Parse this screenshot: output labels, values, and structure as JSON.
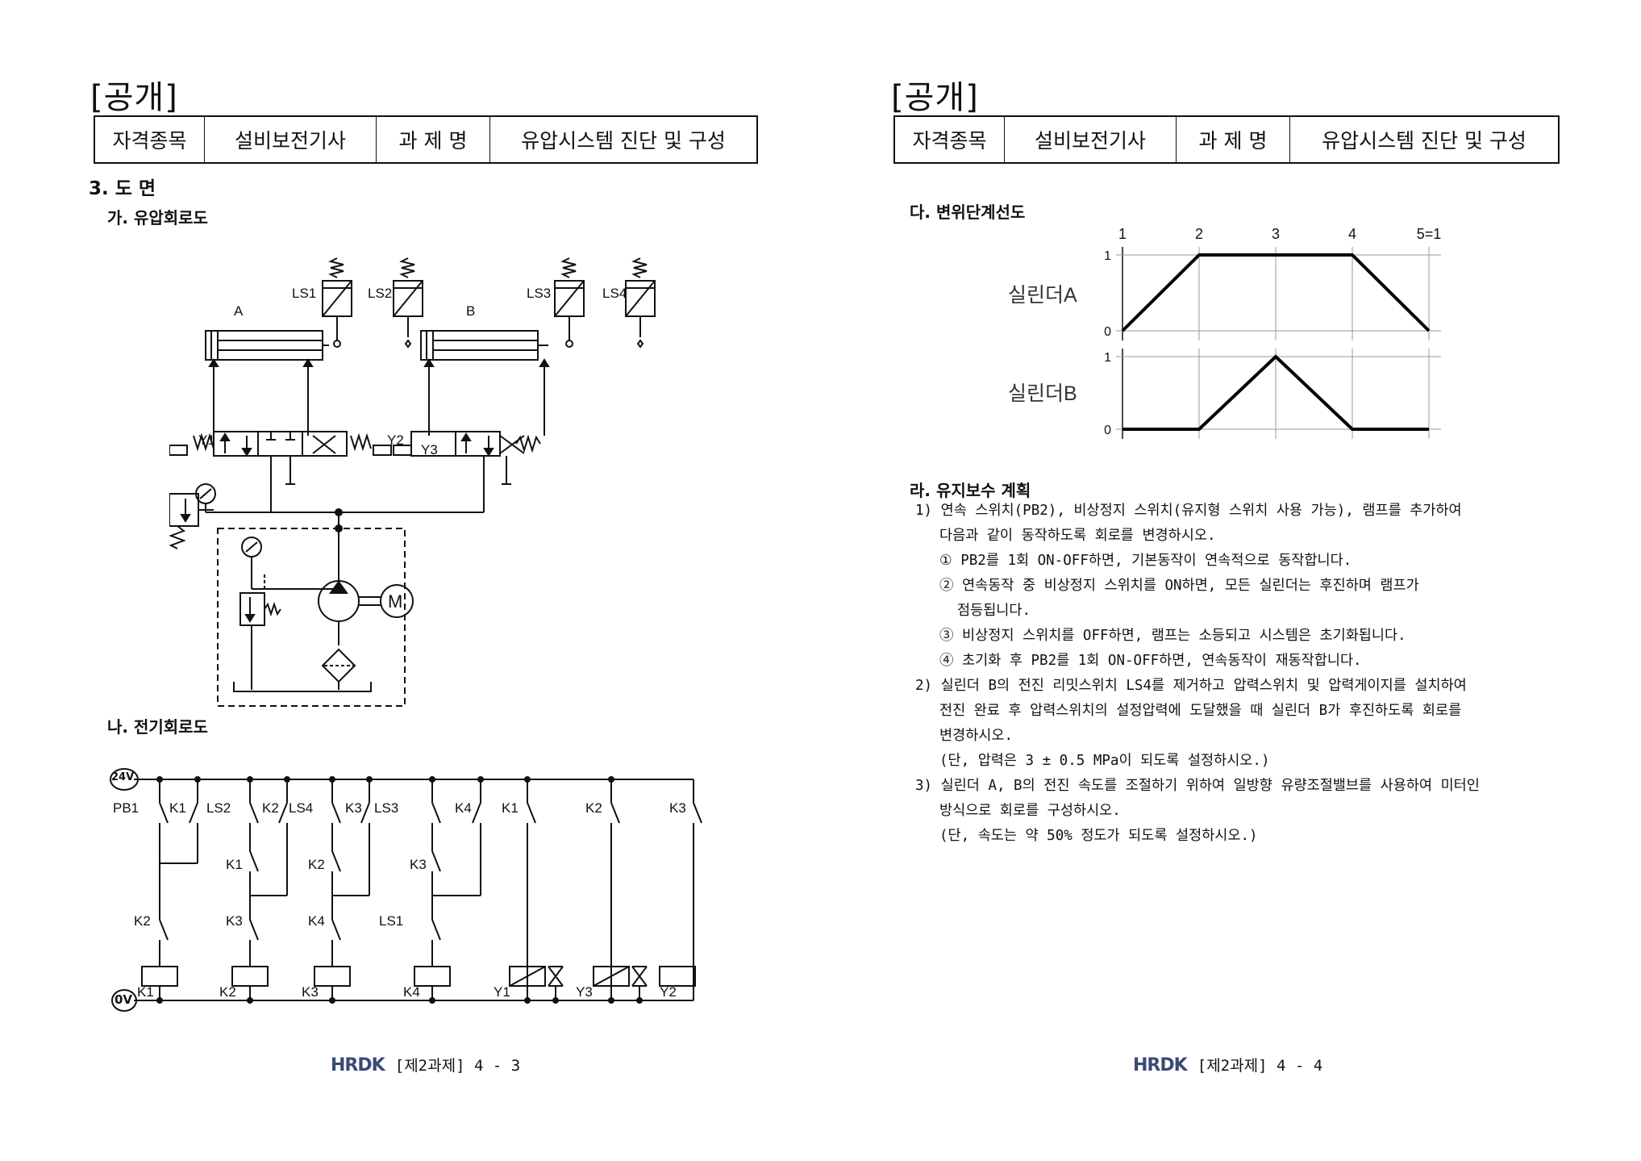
{
  "left": {
    "public_mark": "[공개]",
    "header": {
      "cell1": "자격종목",
      "cell2": "설비보전기사",
      "cell3": "과 제 명",
      "cell4": "유압시스템 진단 및 구성"
    },
    "section_title": "3. 도 면",
    "sub_ga": "가. 유압회로도",
    "sub_na": "나. 전기회로도",
    "hydraulic": {
      "cyl_a": "A",
      "cyl_b": "B",
      "ls1": "LS1",
      "ls2": "LS2",
      "ls3": "LS3",
      "ls4": "LS4",
      "y1": "Y1",
      "y2": "Y2",
      "y3": "Y3",
      "motor": "M"
    },
    "electric": {
      "v24": "24V",
      "v0": "0V",
      "pb1": "PB1",
      "k1": "K1",
      "ls2": "LS2",
      "k2": "K2",
      "ls4": "LS4",
      "k3": "K3",
      "ls3": "LS3",
      "k4": "K4",
      "ls1": "LS1",
      "y1": "Y1",
      "y2": "Y2",
      "y3": "Y3"
    },
    "footer": {
      "logo": "HRDK",
      "text": "[제2과제] 4 - 3"
    }
  },
  "right": {
    "public_mark": "[공개]",
    "header": {
      "cell1": "자격종목",
      "cell2": "설비보전기사",
      "cell3": "과 제 명",
      "cell4": "유압시스템 진단 및 구성"
    },
    "sub_da": "다. 변위단계선도",
    "sub_ra": "라. 유지보수 계획",
    "maintenance": [
      "1) 연속 스위치(PB2), 비상정지 스위치(유지형 스위치 사용 가능), 램프를 추가하여",
      "다음과 같이 동작하도록 회로를 변경하시오.",
      "① PB2를 1회 ON-OFF하면, 기본동작이 연속적으로 동작합니다.",
      "② 연속동작 중 비상정지 스위치를 ON하면, 모든 실린더는 후진하며 램프가",
      "점등됩니다.",
      "③ 비상정지 스위치를 OFF하면, 램프는 소등되고 시스템은 초기화됩니다.",
      "④ 초기화 후 PB2를 1회 ON-OFF하면, 연속동작이 재동작합니다.",
      "2) 실린더 B의 전진 리밋스위치 LS4를 제거하고 압력스위치 및 압력게이지를 설치하여",
      "전진 완료 후 압력스위치의 설정압력에 도달했을 때 실린더 B가 후진하도록 회로를",
      "변경하시오.",
      "(단, 압력은 3 ± 0.5 MPa이 되도록 설정하시오.)",
      "3) 실린더 A, B의 전진 속도를 조절하기 위하여 일방향 유량조절밸브를 사용하여 미터인",
      "방식으로 회로를 구성하시오.",
      "(단, 속도는 약 50% 정도가 되도록 설정하시오.)"
    ],
    "footer": {
      "logo": "HRDK",
      "text": "[제2과제] 4 - 4"
    }
  },
  "chart_data": {
    "type": "line",
    "x": [
      1,
      2,
      3,
      4,
      5
    ],
    "x_tick_labels": [
      "1",
      "2",
      "3",
      "4",
      "5=1"
    ],
    "y_tick_labels": [
      "0",
      "1"
    ],
    "series": [
      {
        "name": "실린더A",
        "values": [
          0,
          1,
          1,
          1,
          0
        ]
      },
      {
        "name": "실린더B",
        "values": [
          0,
          0,
          1,
          0,
          0
        ]
      }
    ],
    "ylim": [
      0,
      1
    ],
    "grid": true,
    "line_color": "#000000"
  }
}
